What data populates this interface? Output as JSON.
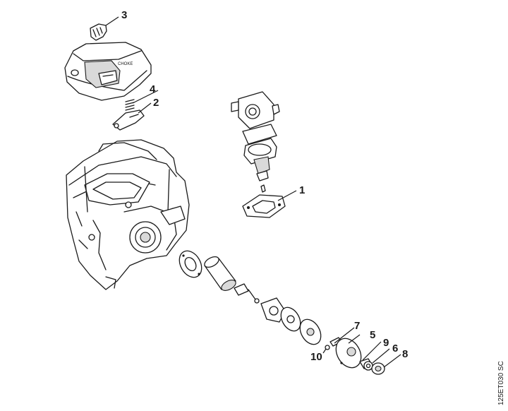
{
  "callouts": {
    "c1": "1",
    "c2": "2",
    "c3": "3",
    "c4": "4",
    "c5": "5",
    "c6": "6",
    "c7": "7",
    "c8": "8",
    "c9": "9",
    "c10": "10"
  },
  "reference_code": "125ET030 SC",
  "cover_marking": "CHOKE"
}
